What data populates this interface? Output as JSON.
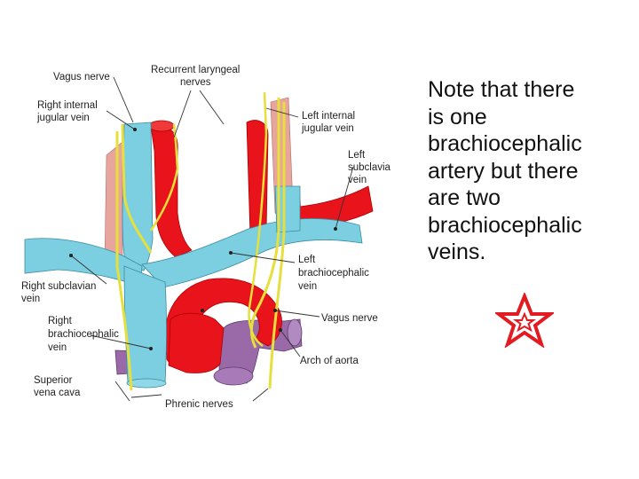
{
  "slide": {
    "note_lines": [
      "Note that there",
      "is one",
      "brachiocephalic",
      "artery but there",
      "are two",
      "brachiocephalic",
      "veins."
    ]
  },
  "diagram": {
    "labels": {
      "vagus_nerve_top": "Vagus nerve",
      "recurrent_laryngeal_1": "Recurrent laryngeal",
      "recurrent_laryngeal_2": "nerves",
      "right_internal_1": "Right internal",
      "right_internal_2": "jugular vein",
      "left_internal_1": "Left internal",
      "left_internal_2": "jugular vein",
      "left_subclavian_1": "Left",
      "left_subclavian_2": "subclavian",
      "left_subclavian_3": "vein",
      "left_brachio_1": "Left",
      "left_brachio_2": "brachiocephalic",
      "left_brachio_3": "vein",
      "right_subclavian_1": "Right subclavian",
      "right_subclavian_2": "vein",
      "right_brachio_1": "Right",
      "right_brachio_2": "brachiocephalic",
      "right_brachio_3": "vein",
      "vagus_nerve_bottom": "Vagus nerve",
      "arch_of_aorta": "Arch of aorta",
      "svc_1": "Superior",
      "svc_2": "vena cava",
      "phrenic_nerves": "Phrenic nerves"
    },
    "colors": {
      "vein": "#7ccfe0",
      "artery": "#e8131b",
      "muscle": "#e8a59e",
      "pulmonary": "#9a6aa8",
      "nerve": "#e6df3c"
    }
  },
  "annotation": {
    "mark_icon": "star-icon",
    "mark_color": "#e21b23"
  }
}
